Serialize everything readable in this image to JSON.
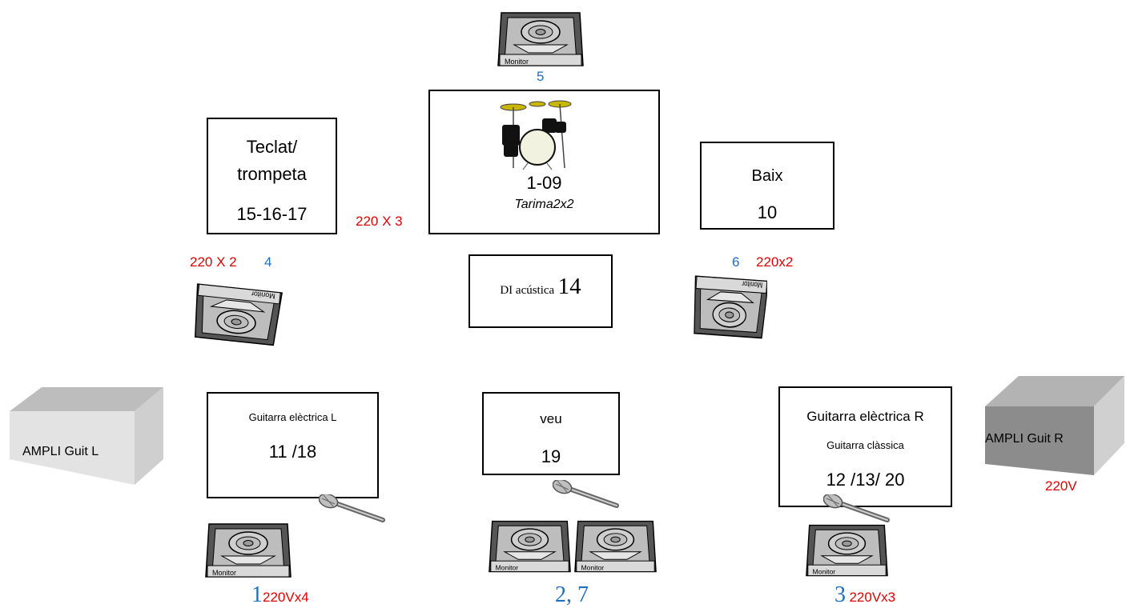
{
  "stage": {
    "drums": {
      "channels": "1-09",
      "riser": "Tarima2x2"
    },
    "keys": {
      "line1": "Teclat/",
      "line2": "trompeta",
      "channels": "15-16-17"
    },
    "bass": {
      "name": "Baix",
      "channels": "10"
    },
    "di": {
      "name": "DI acústica",
      "channel": "14"
    },
    "guitar_left": {
      "name": "Guitarra elèctrica L",
      "channels": "11 /18"
    },
    "vocals": {
      "name": "veu",
      "channel": "19"
    },
    "guitar_right": {
      "name": "Guitarra elèctrica R",
      "sub": "Guitarra clàssica",
      "channels": "12 /13/ 20"
    },
    "amp_left": {
      "label": "AMPLI Guit L"
    },
    "amp_right": {
      "label": "AMPLI Guit R"
    }
  },
  "monitors": {
    "label": "Monitor",
    "drum_monitor_number": "5",
    "left_side_number": "4",
    "right_side_number": "6",
    "front_left_number": "1",
    "front_center_number": "2, 7",
    "front_right_number": "3"
  },
  "power": {
    "keys": "220 X 3",
    "left_side": "220 X 2",
    "right_side": "220x2",
    "amp_right": "220V",
    "front_left": "220Vx4",
    "front_right": "220Vx3"
  },
  "colors": {
    "power": "#e00000",
    "monitor_number": "#1f6fbf"
  }
}
